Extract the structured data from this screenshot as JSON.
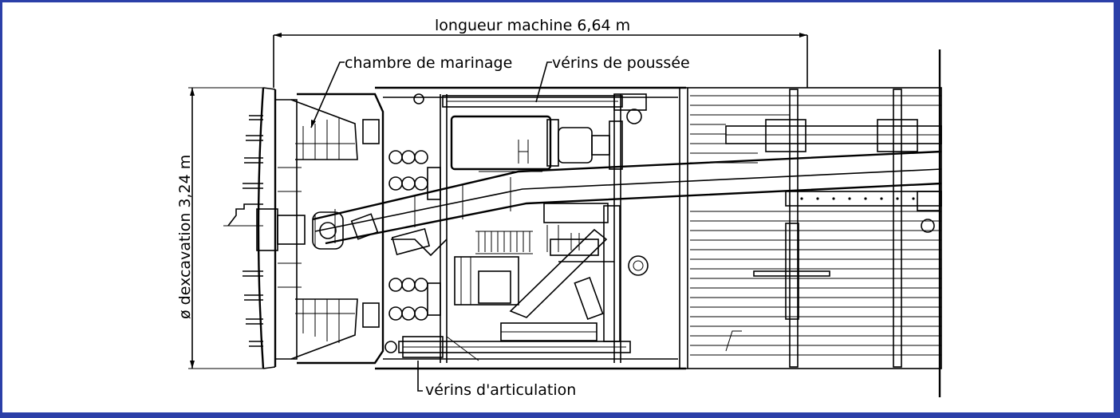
{
  "labels": {
    "machine_length": "longueur machine 6,64 m",
    "mucking_chamber": "chambre de marinage",
    "thrust_jacks": "vérins de poussée",
    "excavation_diameter": "ø dexcavation 3,24 m",
    "articulation_jacks": "vérins d'articulation"
  },
  "colors": {
    "frame": "#2b3fa8",
    "lines": "#000000"
  }
}
